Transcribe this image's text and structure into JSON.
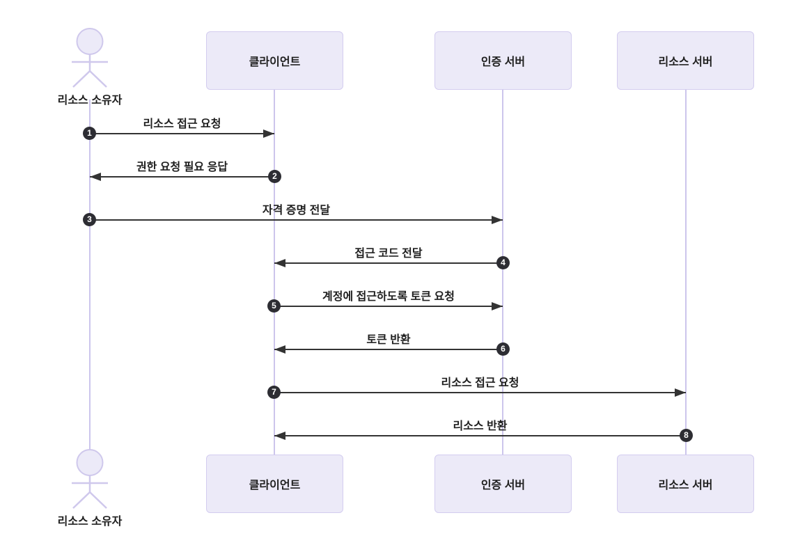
{
  "diagram": {
    "type": "sequence-diagram",
    "background": "#FFFFFF",
    "colors": {
      "node_fill": "#ECEAF8",
      "node_border": "#D3CCEF",
      "lifeline": "#CCC5EC",
      "actor_stroke": "#CFC8EC",
      "arrow": "#333333",
      "number_fill": "#2D2D33",
      "number_text": "#FFFFFF",
      "text": "#1F1F1F"
    },
    "actor": {
      "label": "리소스 소유자"
    },
    "participants": [
      {
        "id": "client",
        "label": "클라이언트"
      },
      {
        "id": "auth-server",
        "label": "인증 서버"
      },
      {
        "id": "resource-server",
        "label": "리소스 서버"
      }
    ],
    "messages": [
      {
        "seq": "1",
        "label": "리소스 접근 요청",
        "from": "리소스 소유자",
        "to": "클라이언트"
      },
      {
        "seq": "2",
        "label": "권한 요청 필요 응답",
        "from": "클라이언트",
        "to": "리소스 소유자"
      },
      {
        "seq": "3",
        "label": "자격 증명 전달",
        "from": "리소스 소유자",
        "to": "인증 서버"
      },
      {
        "seq": "4",
        "label": "접근 코드 전달",
        "from": "인증 서버",
        "to": "클라이언트"
      },
      {
        "seq": "5",
        "label": "계정에 접근하도록 토큰 요청",
        "from": "클라이언트",
        "to": "인증 서버"
      },
      {
        "seq": "6",
        "label": "토큰 반환",
        "from": "인증 서버",
        "to": "클라이언트"
      },
      {
        "seq": "7",
        "label": "리소스 접근 요청",
        "from": "클라이언트",
        "to": "리소스 서버"
      },
      {
        "seq": "8",
        "label": "리소스 반환",
        "from": "리소스 서버",
        "to": "클라이언트"
      }
    ]
  }
}
